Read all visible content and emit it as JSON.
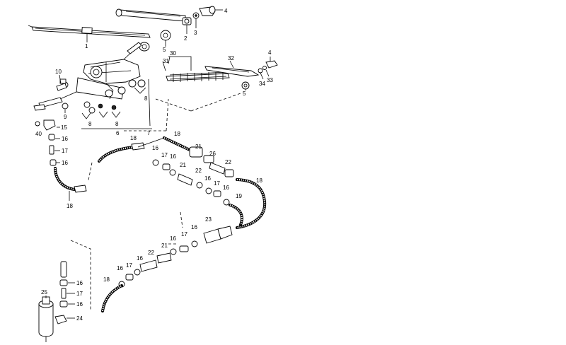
{
  "diagram": {
    "callouts": {
      "c1": "1",
      "c2": "2",
      "c3": "3",
      "c4": "4",
      "c5": "5",
      "c6": "6",
      "c7": "7",
      "c8a": "8",
      "c8b": "8",
      "c8c": "8",
      "c9": "9",
      "c10": "10",
      "c15": "15",
      "c16a": "16",
      "c17a": "17",
      "c16b": "16",
      "c18a": "18",
      "c40": "40",
      "c30": "30",
      "c31": "31",
      "c32": "32",
      "c4b": "4",
      "c33": "33",
      "c34": "34",
      "c5b": "5",
      "c18b": "18",
      "c18c": "18",
      "c16c": "16",
      "c17b": "17",
      "c16d": "16",
      "c21a": "21",
      "c22a": "22",
      "c21b": "21",
      "c26": "26",
      "c22b": "22",
      "c16e": "16",
      "c17c": "17",
      "c16f": "16",
      "c19": "19",
      "c18d": "18",
      "c23": "23",
      "c16g": "16",
      "c17d": "17",
      "c16h": "16",
      "c21c": "21",
      "c22c": "22",
      "c16i": "16",
      "c17e": "17",
      "c16j": "16",
      "c18e": "18",
      "c25": "25",
      "c16k": "16",
      "c17f": "17",
      "c16l": "16",
      "c24": "24"
    }
  }
}
